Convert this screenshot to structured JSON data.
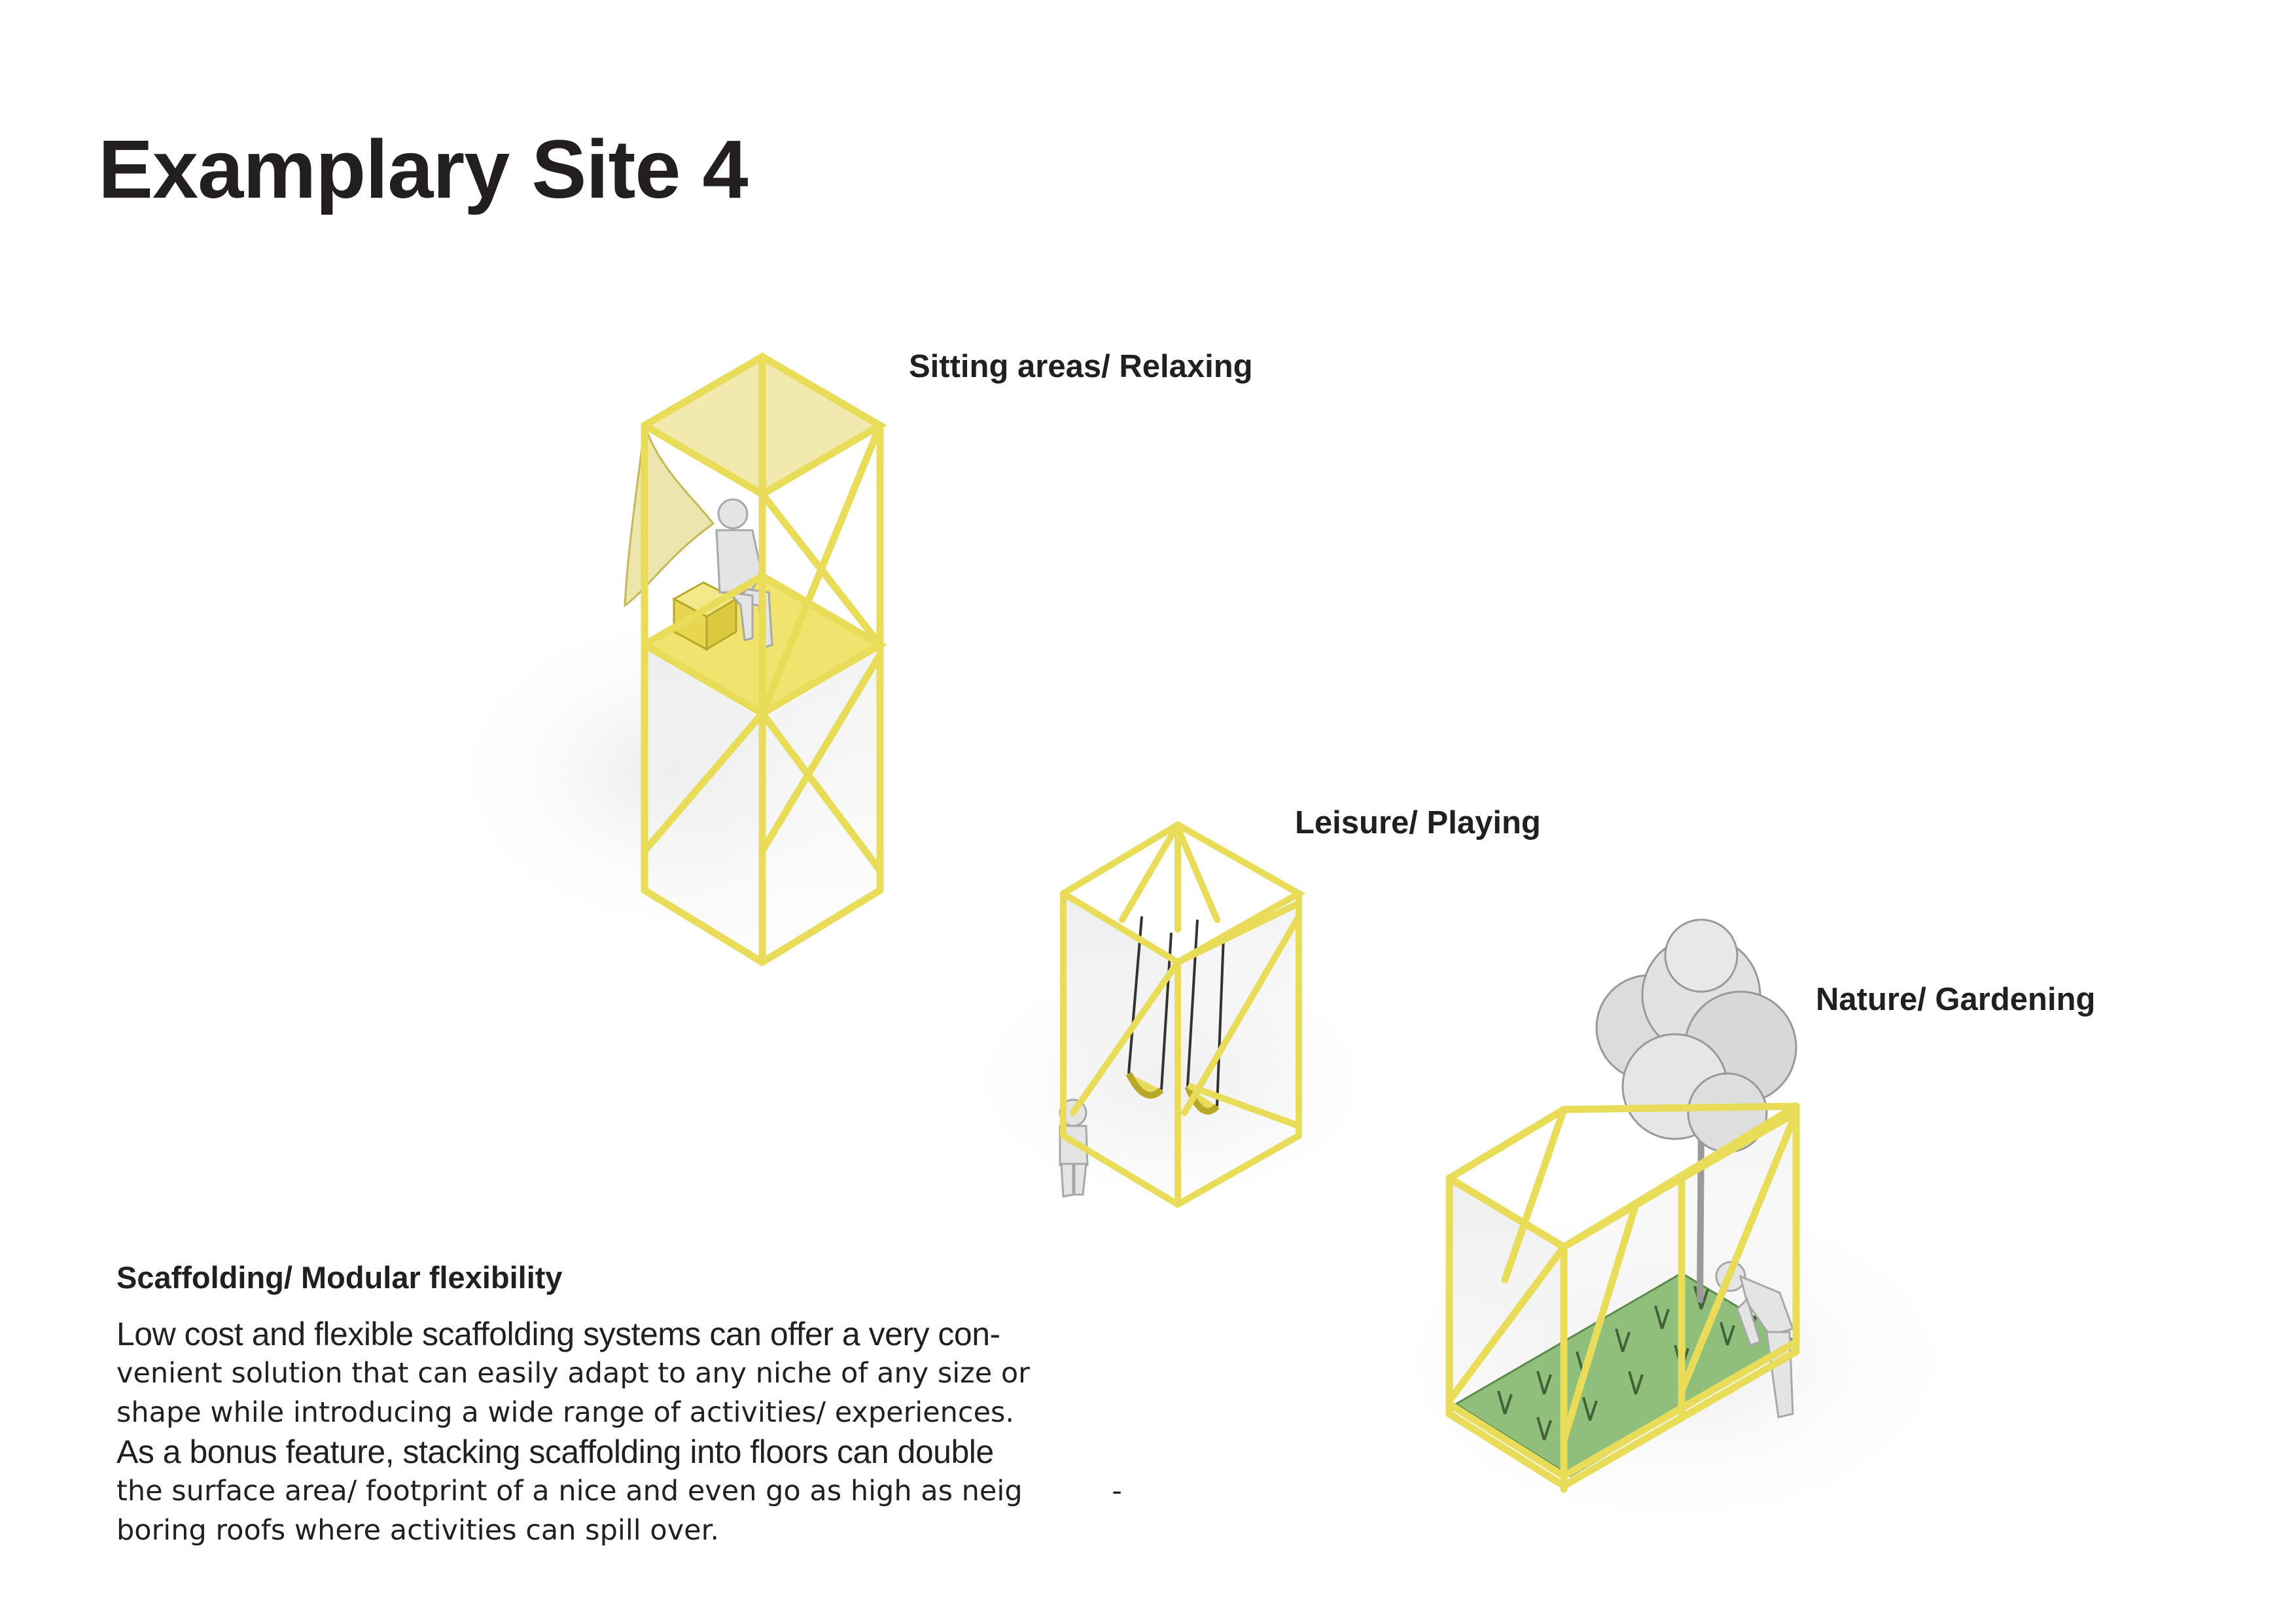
{
  "page": {
    "title": "Examplary Site 4"
  },
  "modules": [
    {
      "label": "Sitting areas/ Relaxing",
      "icon": "scaffold-tower-seating-icon"
    },
    {
      "label": "Leisure/ Playing",
      "icon": "scaffold-swing-icon"
    },
    {
      "label": "Nature/ Gardening",
      "icon": "scaffold-planter-tree-icon"
    }
  ],
  "description": {
    "heading": "Scaffolding/ Modular flexibility",
    "lines": [
      "Low cost and flexible scaffolding systems can offer a very con-",
      "venient solution that can easily adapt to any niche of any size or",
      "shape while introducing a wide range of activities/ experiences.",
      "As a bonus feature, stacking scaffolding into floors can double",
      "the surface area/ footprint of a nice and even go as high as neig          -",
      "boring roofs where activities can spill over."
    ]
  },
  "colors": {
    "scaffold": "#e8dc58",
    "scaffold_edge": "#b8a82a",
    "canopy": "#efe6a0",
    "platform": "#f0e36e",
    "planter_bed": "#8fbf7a",
    "text": "#231f20"
  }
}
